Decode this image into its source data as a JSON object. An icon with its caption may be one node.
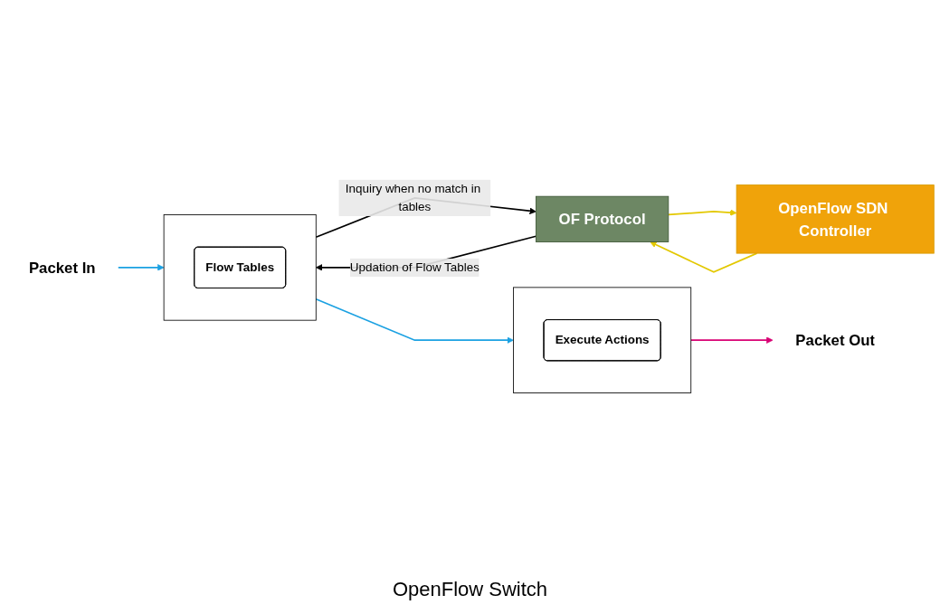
{
  "diagram": {
    "caption": "OpenFlow Switch",
    "nodes": [
      {
        "text": [
          "OpenFlow SDN Controller"
        ]
      },
      {
        "text": [
          "OF Protocol"
        ]
      },
      {
        "text": [],
        "shape": "box"
      },
      {
        "text": [
          "Flow Tables"
        ],
        "in": 2
      },
      {
        "text": [],
        "shape": "box"
      },
      {
        "text": [
          "Execute Actions"
        ],
        "in": 4
      },
      {
        "text": [
          "Packet In"
        ]
      },
      {
        "text": [
          "Packet Out"
        ]
      }
    ],
    "edges": [
      {
        "from": 1,
        "to": 0,
        "arrow": "to",
        "color": "#e3c800"
      },
      {
        "from": 0,
        "to": 1,
        "arrow": "to",
        "color": "#e3c800"
      },
      {
        "from": 2,
        "to": 1,
        "arrow": "to",
        "label": "Inquiry when no match in tables",
        "color": "#000000"
      },
      {
        "from": 1,
        "to": 2,
        "arrow": "to",
        "label": "Updation of Flow Tables",
        "color": "#000000"
      },
      {
        "from": 6,
        "to": 2,
        "arrow": "to",
        "color": "#1ba1e2"
      },
      {
        "from": 2,
        "to": 4,
        "arrow": "to",
        "color": "#1ba1e2"
      },
      {
        "from": 4,
        "to": 7,
        "arrow": "to",
        "color": "#d80073"
      }
    ]
  }
}
